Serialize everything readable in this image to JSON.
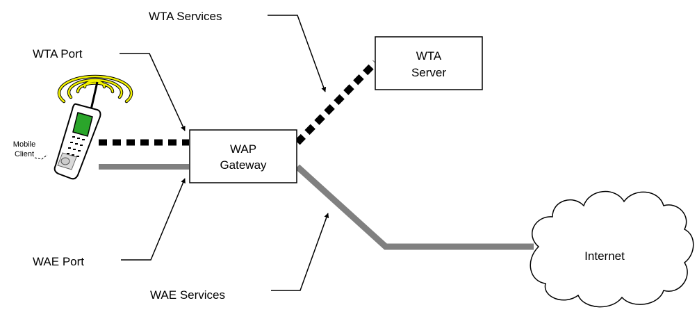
{
  "labels": {
    "wta_services": "WTA Services",
    "wta_port": "WTA Port",
    "mobile_client_line1": "Mobile",
    "mobile_client_line2": "Client",
    "wae_port": "WAE Port",
    "wae_services": "WAE Services"
  },
  "nodes": {
    "wap_gateway": {
      "line1": "WAP",
      "line2": "Gateway"
    },
    "wta_server": {
      "line1": "WTA",
      "line2": "Server"
    },
    "internet": "Internet"
  },
  "colors": {
    "wta_link": "#000000",
    "wae_link": "#808080",
    "phone_screen": "#2aa52a",
    "signal_waves": "#f2f200"
  },
  "icons": {
    "phone": "mobile-phone-icon",
    "signal": "radio-waves-icon",
    "cloud": "cloud-icon"
  }
}
